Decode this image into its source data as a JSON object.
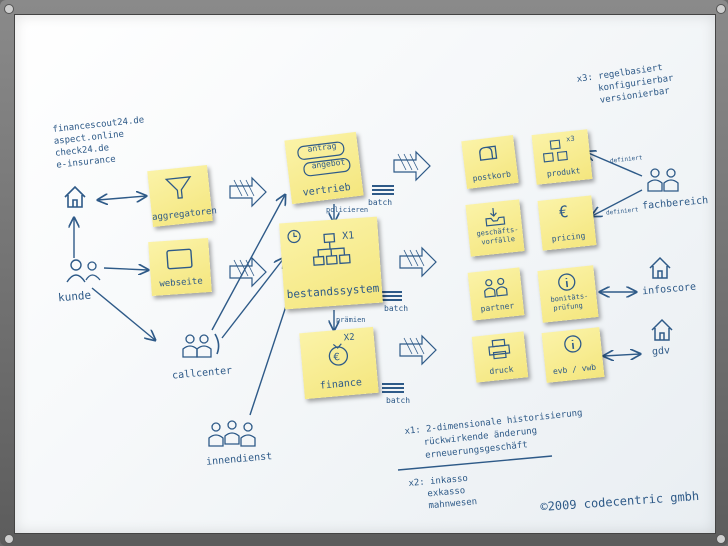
{
  "sources": [
    "financescout24.de",
    "aspect.online",
    "check24.de",
    "e-insurance"
  ],
  "actors": {
    "kunde": "kunde",
    "callcenter": "callcenter",
    "innendienst": "innendienst",
    "fachbereich": "fachbereich",
    "infoscore": "infoscore",
    "gdv": "gdv"
  },
  "notes": {
    "aggregatoren": "aggregatoren",
    "webseite": "webseite",
    "vertrieb": "vertrieb",
    "antrag": "antrag",
    "angebot": "angebot",
    "bestandssystem": "bestandssystem",
    "finance": "finance",
    "postkorb": "postkorb",
    "produkt": "produkt",
    "geschaeftsvorfaelle_1": "geschäfts-",
    "geschaeftsvorfaelle_2": "vorfälle",
    "pricing": "pricing",
    "partner": "partner",
    "bonitaet_1": "bonitäts-",
    "bonitaet_2": "prüfung",
    "druck": "druck",
    "evb": "evb / vwb",
    "x1": "X1",
    "x2": "X2",
    "x3": "x3"
  },
  "connectors": {
    "policieren": "policieren",
    "praemien": "prämien",
    "batch": "batch",
    "definiert1": "definiert",
    "definiert2": "definiert"
  },
  "legend": {
    "x3": [
      "x3: regelbasiert",
      "konfigurierbar",
      "versionierbar"
    ],
    "x1": [
      "x1: 2-dimensionale historisierung",
      "rückwirkende änderung",
      "erneuerungsgeschäft"
    ],
    "x2": [
      "x2: inkasso",
      "exkasso",
      "mahnwesen"
    ]
  },
  "copyright": "©2009 codecentric gmbh",
  "colors": {
    "ink": "#2e5a88",
    "note": "#f6e98a",
    "board": "#ffffff",
    "frame": "#6b6b6b"
  }
}
